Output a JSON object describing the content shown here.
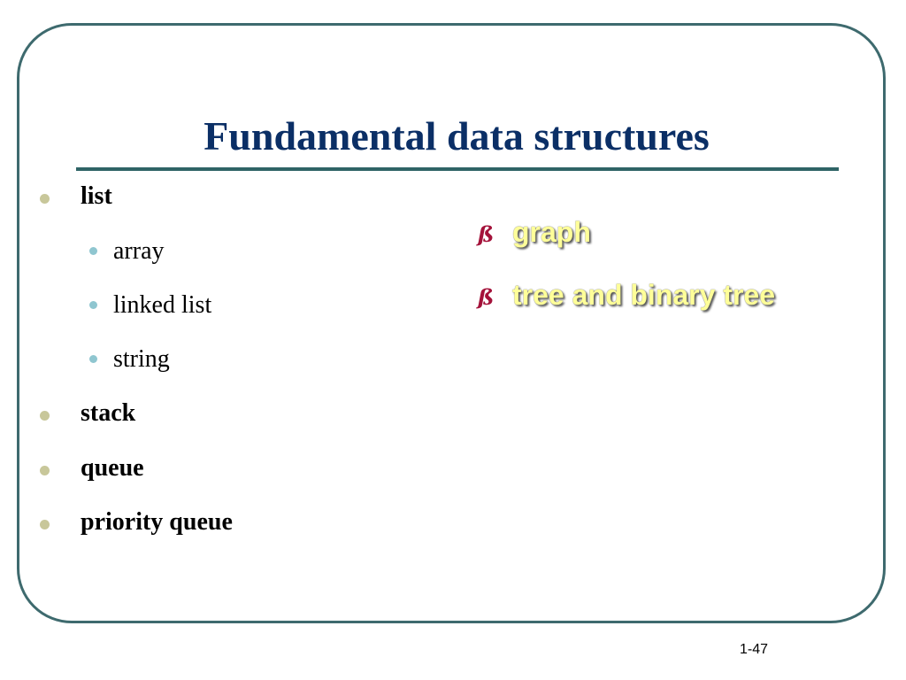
{
  "slide": {
    "title": "Fundamental data structures",
    "page_number": "1-47"
  },
  "left_list": [
    {
      "label": "list",
      "level": 1
    },
    {
      "label": "array",
      "level": 2
    },
    {
      "label": "linked list",
      "level": 2
    },
    {
      "label": "string",
      "level": 2
    },
    {
      "label": "stack",
      "level": 1
    },
    {
      "label": "queue",
      "level": 1
    },
    {
      "label": "priority queue",
      "level": 1
    }
  ],
  "right_list": [
    {
      "label": "graph"
    },
    {
      "label": "tree and binary tree"
    }
  ],
  "icons": {
    "level1_bullet": "olive-dot",
    "level2_bullet": "light-blue-dot",
    "right_bullet": "ß"
  },
  "colors": {
    "title": "#0b2f66",
    "frame": "#3e6a6e",
    "highlight_text": "#ffff99",
    "right_bullet": "#a4123a"
  }
}
